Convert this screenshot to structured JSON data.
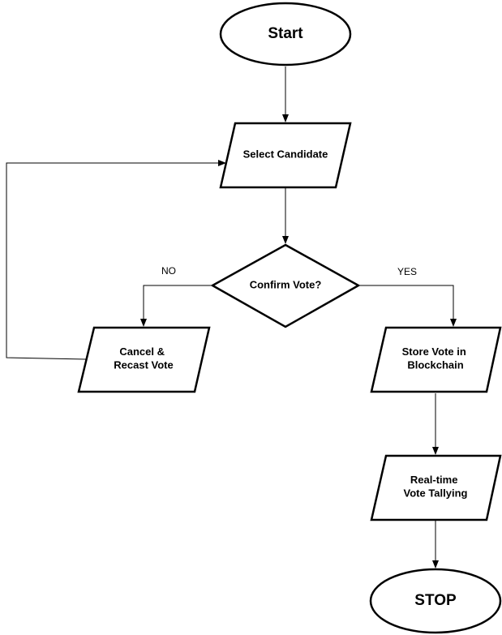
{
  "nodes": {
    "start": {
      "text": "Start"
    },
    "select_candidate": {
      "text": "Select Candidate"
    },
    "confirm_vote": {
      "text": "Confirm Vote?"
    },
    "cancel_recast": {
      "lines": [
        "Cancel &",
        "Recast Vote"
      ]
    },
    "store_vote": {
      "lines": [
        "Store Vote in",
        "Blockchain"
      ]
    },
    "tallying": {
      "lines": [
        "Real-time",
        "Vote Tallying"
      ]
    },
    "stop": {
      "text": "STOP"
    }
  },
  "edges": {
    "no_label": "NO",
    "yes_label": "YES"
  }
}
